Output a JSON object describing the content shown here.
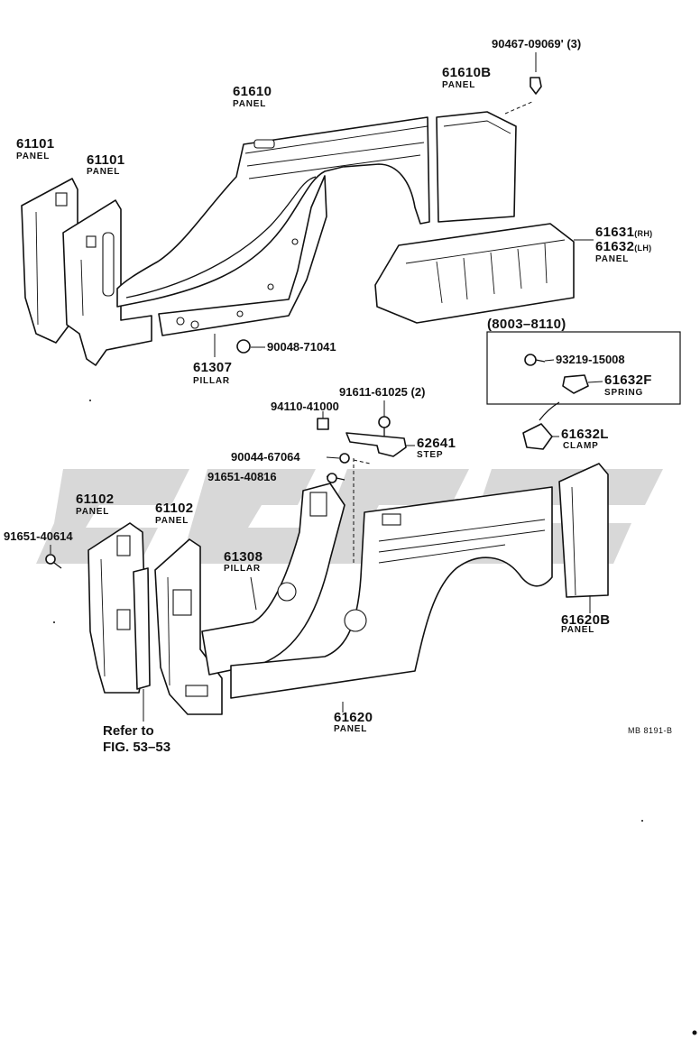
{
  "labels": {
    "p90467": "90467-09069",
    "p90467_qty": "(3)",
    "p61610b": "61610B",
    "p61610b_sub": "PANEL",
    "p61610": "61610",
    "p61610_sub": "PANEL",
    "p61101a": "61101",
    "p61101a_sub": "PANEL",
    "p61101b": "61101",
    "p61101b_sub": "PANEL",
    "p61631": "61631",
    "p61631_side": "(RH)",
    "p61632": "61632",
    "p61632_side": "(LH)",
    "p61632_sub": "PANEL",
    "date_range": "(8003–8110)",
    "p93219": "93219-15008",
    "p61632f": "61632F",
    "p61632f_sub": "SPRING",
    "p90048": "90048-71041",
    "p61307": "61307",
    "p61307_sub": "PILLAR",
    "p91611": "91611-61025",
    "p91611_qty": "(2)",
    "p94110": "94110-41000",
    "p61632l": "61632L",
    "p61632l_sub": "CLAMP",
    "p62641": "62641",
    "p62641_sub": "STEP",
    "p90044": "90044-67064",
    "p91651a": "91651-40816",
    "p61102a": "61102",
    "p61102a_sub": "PANEL",
    "p61102b": "61102",
    "p61102b_sub": "PANEL",
    "p91651b": "91651-40614",
    "p61308": "61308",
    "p61308_sub": "PILLAR",
    "p61620b": "61620B",
    "p61620b_sub": "PANEL",
    "p61620": "61620",
    "p61620_sub": "PANEL",
    "ref_line1": "Refer to",
    "ref_line2": "FIG. 53–53",
    "figure_code": "MB 8191-B"
  },
  "colors": {
    "ink": "#111111",
    "watermark": "#b8b8b8",
    "background": "#ffffff"
  }
}
